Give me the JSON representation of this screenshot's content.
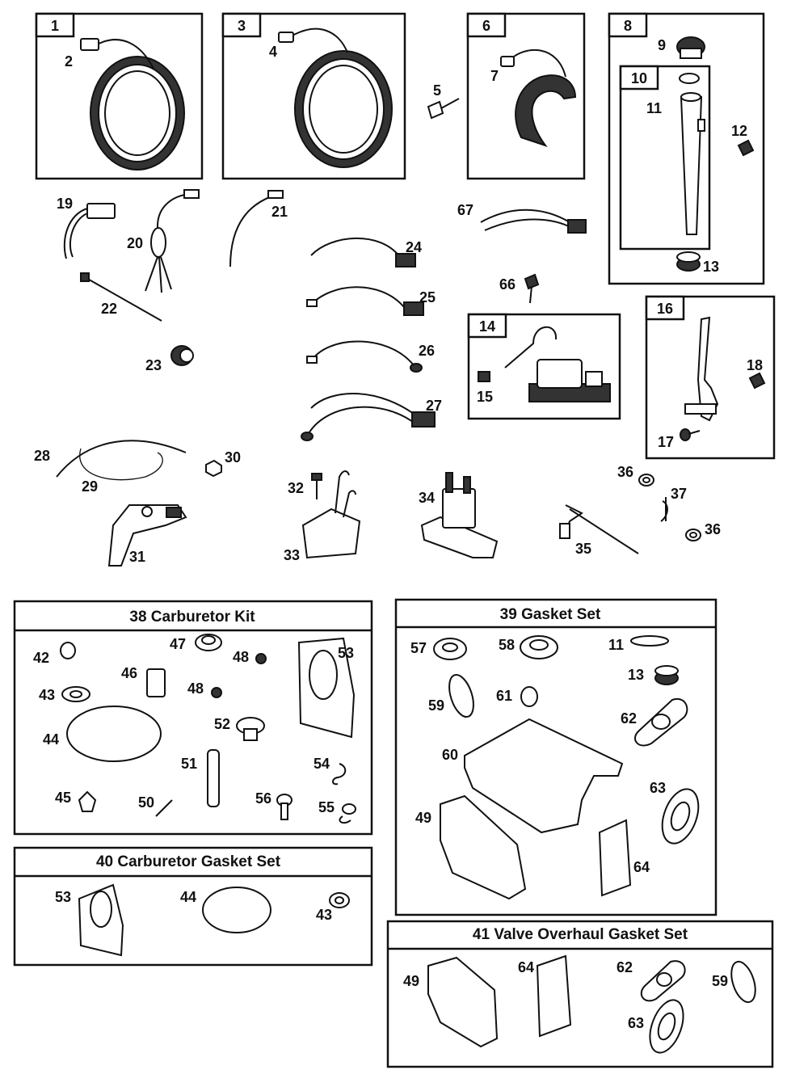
{
  "boxes": {
    "b1": "1",
    "b3": "3",
    "b6": "6",
    "b8": "8",
    "b10": "10",
    "b14": "14",
    "b16": "16"
  },
  "kits": {
    "k38": "38 Carburetor Kit",
    "k39": "39 Gasket Set",
    "k40": "40 Carburetor Gasket Set",
    "k41": "41 Valve Overhaul Gasket Set"
  },
  "labels": {
    "l2": "2",
    "l4": "4",
    "l5": "5",
    "l7": "7",
    "l9": "9",
    "l11a": "11",
    "l12": "12",
    "l13a": "13",
    "l15": "15",
    "l17": "17",
    "l18": "18",
    "l19": "19",
    "l20": "20",
    "l21": "21",
    "l22": "22",
    "l23": "23",
    "l24": "24",
    "l25": "25",
    "l26": "26",
    "l27": "27",
    "l28": "28",
    "l29": "29",
    "l30": "30",
    "l31": "31",
    "l32": "32",
    "l33": "33",
    "l34": "34",
    "l35": "35",
    "l36a": "36",
    "l36b": "36",
    "l37": "37",
    "l66": "66",
    "l67": "67",
    "k38_42": "42",
    "k38_47": "47",
    "k38_48a": "48",
    "k38_53": "53",
    "k38_46": "46",
    "k38_48b": "48",
    "k38_43": "43",
    "k38_52": "52",
    "k38_44": "44",
    "k38_51": "51",
    "k38_54": "54",
    "k38_45": "45",
    "k38_50": "50",
    "k38_56": "56",
    "k38_55": "55",
    "k39_57": "57",
    "k39_58": "58",
    "k39_11": "11",
    "k39_13": "13",
    "k39_59": "59",
    "k39_61": "61",
    "k39_62": "62",
    "k39_60": "60",
    "k39_63": "63",
    "k39_49": "49",
    "k39_64": "64",
    "k40_53": "53",
    "k40_44": "44",
    "k40_43": "43",
    "k41_49": "49",
    "k41_64": "64",
    "k41_62": "62",
    "k41_59": "59",
    "k41_63": "63"
  }
}
